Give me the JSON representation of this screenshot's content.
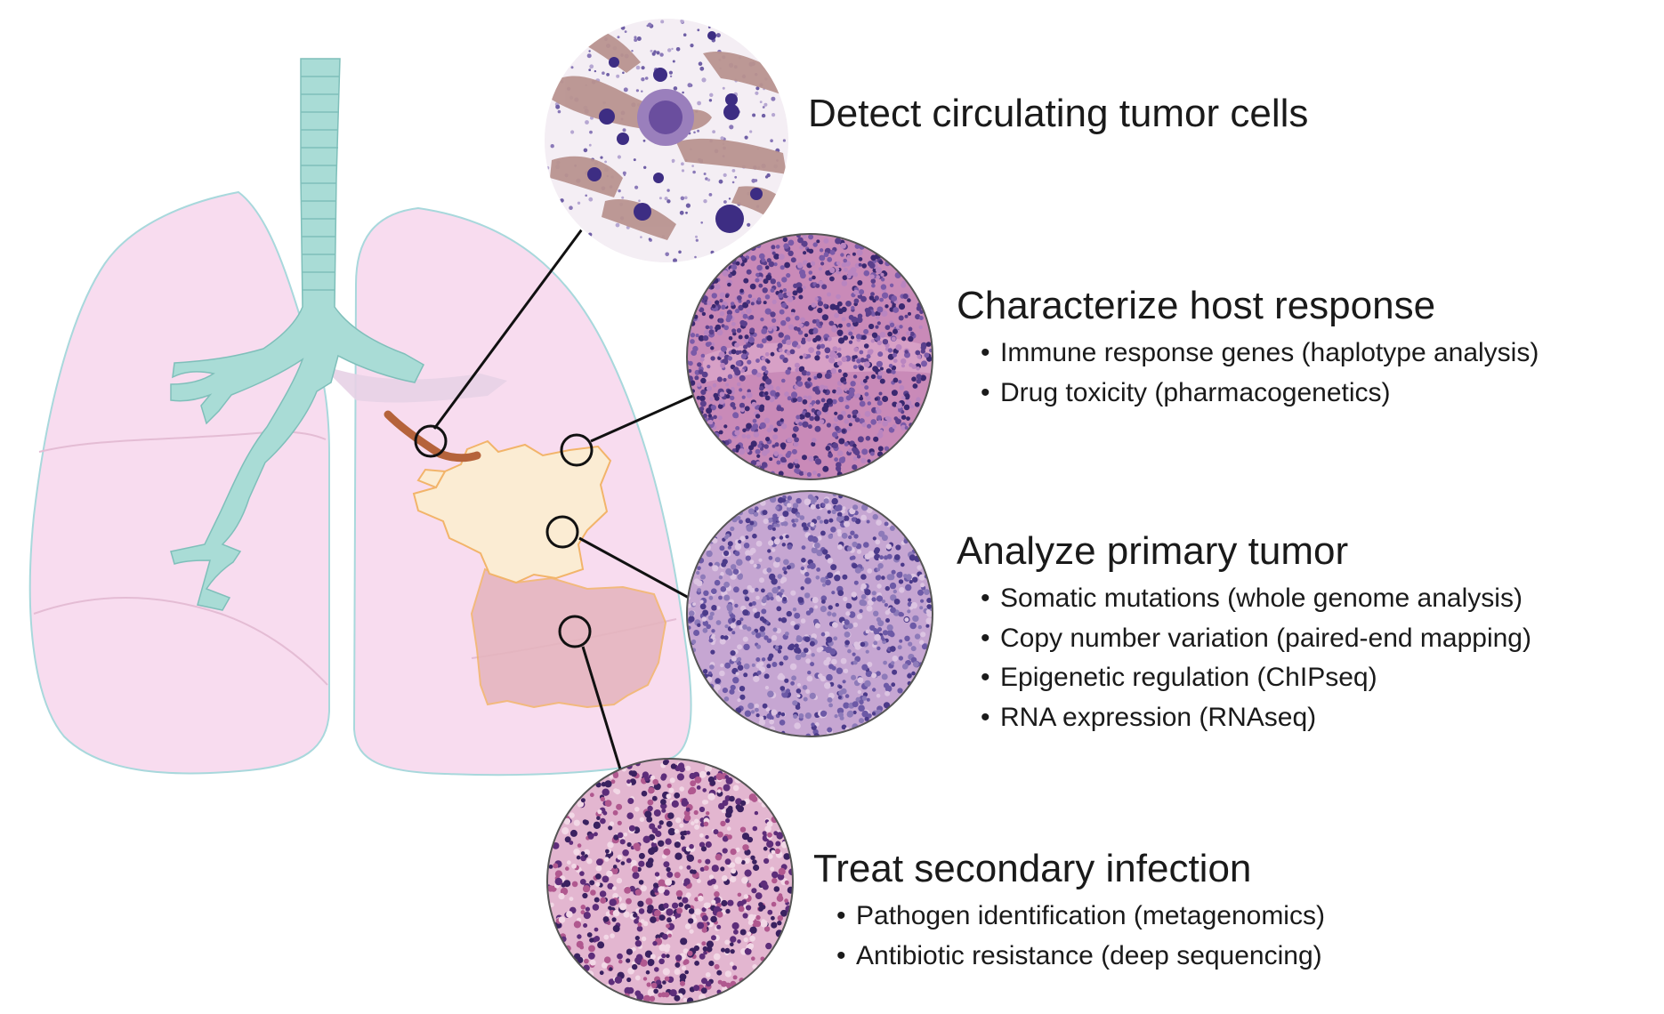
{
  "panels": [
    {
      "key": "circulating",
      "heading": "Detect circulating tumor cells",
      "bullets": []
    },
    {
      "key": "host",
      "heading": "Characterize host response",
      "bullets": [
        "Immune response genes (haplotype analysis)",
        "Drug toxicity (pharmacogenetics)"
      ]
    },
    {
      "key": "primary",
      "heading": "Analyze primary tumor",
      "bullets": [
        "Somatic mutations (whole genome analysis)",
        "Copy number variation (paired-end mapping)",
        "Epigenetic regulation (ChIPseq)",
        "RNA expression  (RNAseq)"
      ]
    },
    {
      "key": "infection",
      "heading": "Treat secondary infection",
      "bullets": [
        "Pathogen identification (metagenomics)",
        "Antibiotic resistance (deep sequencing)"
      ]
    }
  ],
  "colors": {
    "lung_fill": "#f8dcef",
    "lung_outline": "#a8d8dc",
    "trachea_fill": "#a9dcd6",
    "tumor_fill": "#fbecd3",
    "tumor_outline": "#f2b46a",
    "infected_fill": "#e5b4bd",
    "vessel": "#b5633b",
    "connector": "#111111",
    "blood_bg": "#f4eef4",
    "rbc": "#b99390",
    "nucleus": "#3d2d83",
    "he_pink": "#c98ab8",
    "he_purple": "#3a2870"
  },
  "icons": [
    "lung-illustration",
    "blood-smear-micrograph",
    "host-tissue-micrograph",
    "tumor-tissue-micrograph",
    "infected-tissue-micrograph"
  ]
}
